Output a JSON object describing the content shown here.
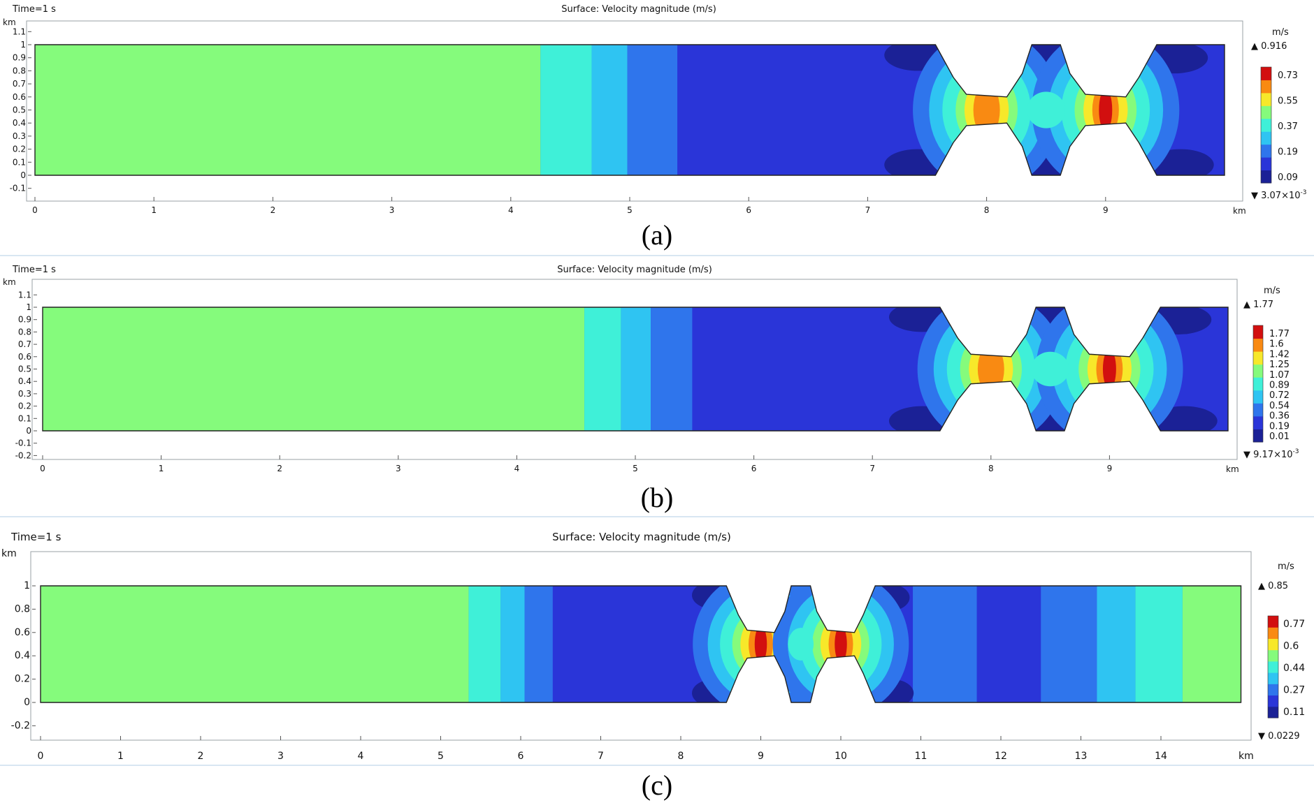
{
  "panels": [
    {
      "id": "a",
      "time_label": "Time=1 s",
      "surface_title": "Surface: Velocity magnitude (m/s)",
      "length_unit": "km",
      "x_max": 10,
      "x_ticks": [
        "0",
        "1",
        "2",
        "3",
        "4",
        "5",
        "6",
        "7",
        "8",
        "9"
      ],
      "y_ticks": [
        "1.1",
        "1",
        "0.9",
        "0.8",
        "0.7",
        "0.6",
        "0.5",
        "0.4",
        "0.3",
        "0.2",
        "0.1",
        "0",
        "-0.1"
      ],
      "y_tick_values": [
        1.1,
        1,
        0.9,
        0.8,
        0.7,
        0.6,
        0.5,
        0.4,
        0.3,
        0.2,
        0.1,
        0,
        -0.1
      ],
      "y_range": [
        -0.1,
        1.1
      ],
      "constrictions": [
        8,
        9
      ],
      "band_edges": [
        4.25,
        4.68,
        4.98,
        5.4
      ],
      "colorbar_unit": "m/s",
      "colorbar_max": "0.916",
      "colorbar_min": "3.07×10",
      "colorbar_min_exp": "-3",
      "colorbar_labels": [
        "0.73",
        "0.55",
        "0.37",
        "0.19",
        "0.09"
      ],
      "caption": "(a)"
    },
    {
      "id": "b",
      "time_label": "Time=1 s",
      "surface_title": "Surface: Velocity magnitude (m/s)",
      "length_unit": "km",
      "x_max": 10,
      "x_ticks": [
        "0",
        "1",
        "2",
        "3",
        "4",
        "5",
        "6",
        "7",
        "8",
        "9"
      ],
      "y_ticks": [
        "1.1",
        "1",
        "0.9",
        "0.8",
        "0.7",
        "0.6",
        "0.5",
        "0.4",
        "0.3",
        "0.2",
        "0.1",
        "0",
        "-0.1",
        "-0.2"
      ],
      "y_tick_values": [
        1.1,
        1,
        0.9,
        0.8,
        0.7,
        0.6,
        0.5,
        0.4,
        0.3,
        0.2,
        0.1,
        0,
        -0.1,
        -0.2
      ],
      "y_range": [
        -0.2,
        1.1
      ],
      "constrictions": [
        8,
        9
      ],
      "band_edges": [
        4.57,
        4.88,
        5.13,
        5.48
      ],
      "colorbar_unit": "m/s",
      "colorbar_max": "1.77",
      "colorbar_min": "9.17×10",
      "colorbar_min_exp": "-3",
      "colorbar_labels": [
        "1.77",
        "1.6",
        "1.42",
        "1.25",
        "1.07",
        "0.89",
        "0.72",
        "0.54",
        "0.36",
        "0.19",
        "0.01"
      ],
      "caption": "(b)"
    },
    {
      "id": "c",
      "time_label": "Time=1 s",
      "surface_title": "Surface: Velocity magnitude (m/s)",
      "length_unit": "km",
      "x_max": 15,
      "x_ticks": [
        "0",
        "1",
        "2",
        "3",
        "4",
        "5",
        "6",
        "7",
        "8",
        "9",
        "10",
        "11",
        "12",
        "13",
        "14"
      ],
      "y_ticks": [
        "1",
        "0.8",
        "0.6",
        "0.4",
        "0.2",
        "0",
        "-0.2"
      ],
      "y_tick_values": [
        1,
        0.8,
        0.6,
        0.4,
        0.2,
        0,
        -0.2
      ],
      "y_range": [
        -0.33,
        1.28
      ],
      "constrictions": [
        9,
        10
      ],
      "band_edges": [
        5.35,
        5.75,
        6.05,
        6.4
      ],
      "colorbar_unit": "m/s",
      "colorbar_max": "0.85",
      "colorbar_min": "0.0229",
      "colorbar_min_exp": "",
      "colorbar_labels": [
        "0.77",
        "0.6",
        "0.44",
        "0.27",
        "0.11"
      ],
      "caption": "(c)"
    }
  ],
  "palette": {
    "inlet_green": "#85fb7c",
    "cyan": "#3ff0d8",
    "light_blue": "#2fc4f2",
    "mid_blue": "#2f75ec",
    "deep_blue": "#2a35d8",
    "navy": "#1b2196",
    "yellow": "#f7e82a",
    "orange": "#f98a12",
    "red": "#d20f0f"
  }
}
